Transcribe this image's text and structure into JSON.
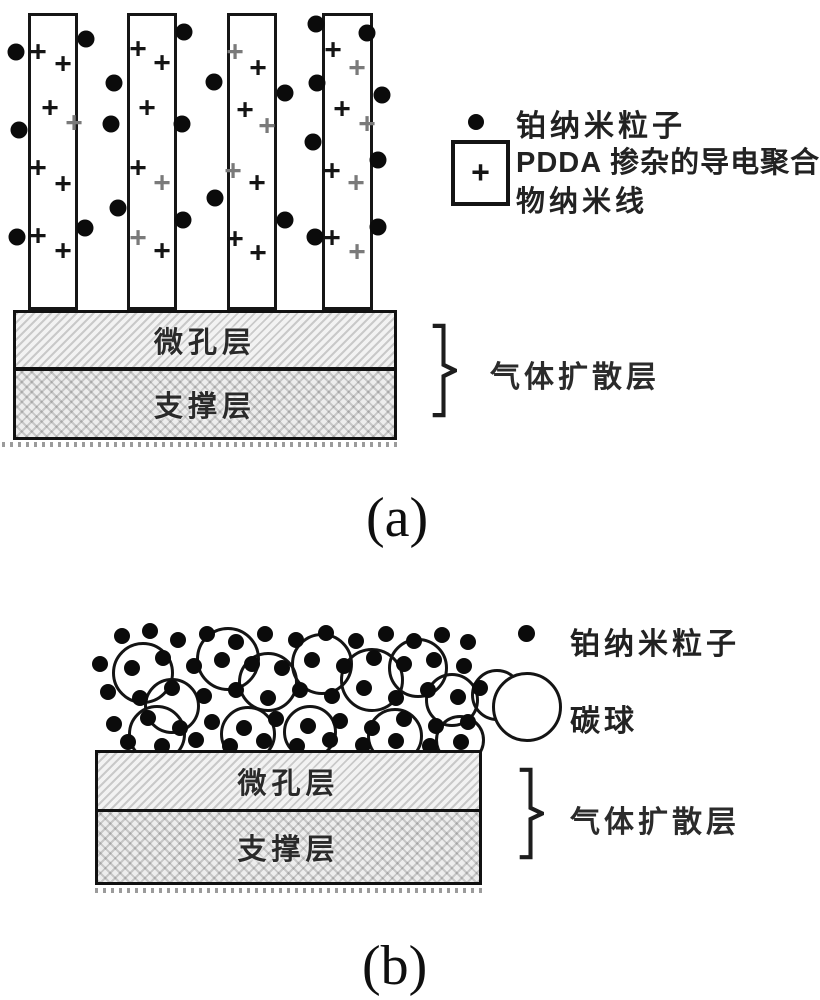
{
  "fig_a": {
    "caption": "(a)",
    "legend": {
      "pt_label": "铂纳米粒子",
      "square_plus": "+",
      "nanowire_label_line1": "PDDA 掺杂的导电聚合",
      "nanowire_label_line2": "物纳米线"
    },
    "layers": {
      "top_label": "微孔层",
      "bottom_label": "支撑层",
      "brace_label": "气体扩散层"
    },
    "plus_char": "+",
    "dot_diameter": 17,
    "nanowires": [
      [
        28,
        13,
        50,
        297
      ],
      [
        127,
        13,
        50,
        297
      ],
      [
        227,
        13,
        50,
        297
      ],
      [
        322,
        13,
        51,
        297
      ]
    ],
    "plus_marks": [
      [
        38,
        51
      ],
      [
        63,
        63
      ],
      [
        50,
        107
      ],
      [
        74,
        122,
        1
      ],
      [
        38,
        167
      ],
      [
        63,
        183
      ],
      [
        38,
        235
      ],
      [
        63,
        250
      ],
      [
        138,
        48
      ],
      [
        162,
        62
      ],
      [
        147,
        107
      ],
      [
        138,
        167
      ],
      [
        162,
        182,
        1
      ],
      [
        138,
        237,
        1
      ],
      [
        162,
        250
      ],
      [
        235,
        51,
        1
      ],
      [
        258,
        67
      ],
      [
        245,
        109
      ],
      [
        267,
        125,
        1
      ],
      [
        233,
        170,
        1
      ],
      [
        257,
        182
      ],
      [
        235,
        238
      ],
      [
        258,
        252
      ],
      [
        333,
        49
      ],
      [
        357,
        67,
        1
      ],
      [
        342,
        108
      ],
      [
        367,
        123,
        1
      ],
      [
        332,
        170
      ],
      [
        356,
        182,
        1
      ],
      [
        332,
        237
      ],
      [
        357,
        251,
        1
      ]
    ],
    "dots": [
      [
        16,
        52
      ],
      [
        86,
        39
      ],
      [
        184,
        32
      ],
      [
        316,
        24
      ],
      [
        367,
        33
      ],
      [
        114,
        83
      ],
      [
        214,
        82
      ],
      [
        285,
        93
      ],
      [
        317,
        83
      ],
      [
        382,
        95
      ],
      [
        19,
        130
      ],
      [
        111,
        124
      ],
      [
        182,
        124
      ],
      [
        313,
        142
      ],
      [
        378,
        160
      ],
      [
        118,
        208
      ],
      [
        215,
        198
      ],
      [
        285,
        220
      ],
      [
        183,
        220
      ],
      [
        17,
        237
      ],
      [
        85,
        228
      ],
      [
        315,
        237
      ],
      [
        378,
        227
      ]
    ]
  },
  "fig_b": {
    "caption": "(b)",
    "legend": {
      "pt_label": "铂纳米粒子",
      "sphere_label": "碳球"
    },
    "layers": {
      "top_label": "微孔层",
      "bottom_label": "支撑层",
      "brace_label": "气体扩散层"
    },
    "dot_diameter": 16,
    "spheres": [
      [
        143,
        673,
        31
      ],
      [
        172,
        706,
        28
      ],
      [
        228,
        659,
        32
      ],
      [
        268,
        682,
        30
      ],
      [
        322,
        664,
        31
      ],
      [
        372,
        680,
        32
      ],
      [
        418,
        668,
        30
      ],
      [
        452,
        700,
        27
      ],
      [
        157,
        734,
        29
      ],
      [
        248,
        734,
        28
      ],
      [
        310,
        732,
        27
      ],
      [
        395,
        736,
        28
      ],
      [
        460,
        740,
        25
      ],
      [
        497,
        695,
        26
      ]
    ],
    "dots": [
      [
        122,
        636
      ],
      [
        150,
        631
      ],
      [
        178,
        640
      ],
      [
        207,
        634
      ],
      [
        236,
        642
      ],
      [
        265,
        634
      ],
      [
        296,
        640
      ],
      [
        326,
        633
      ],
      [
        356,
        641
      ],
      [
        386,
        634
      ],
      [
        414,
        641
      ],
      [
        442,
        635
      ],
      [
        468,
        642
      ],
      [
        100,
        664
      ],
      [
        132,
        668
      ],
      [
        163,
        658
      ],
      [
        194,
        666
      ],
      [
        222,
        660
      ],
      [
        252,
        664
      ],
      [
        282,
        668
      ],
      [
        312,
        660
      ],
      [
        344,
        666
      ],
      [
        374,
        658
      ],
      [
        404,
        664
      ],
      [
        434,
        660
      ],
      [
        464,
        666
      ],
      [
        108,
        692
      ],
      [
        140,
        698
      ],
      [
        172,
        688
      ],
      [
        204,
        696
      ],
      [
        236,
        690
      ],
      [
        268,
        698
      ],
      [
        300,
        690
      ],
      [
        332,
        696
      ],
      [
        364,
        688
      ],
      [
        396,
        698
      ],
      [
        428,
        690
      ],
      [
        458,
        697
      ],
      [
        480,
        688
      ],
      [
        114,
        724
      ],
      [
        148,
        718
      ],
      [
        180,
        728
      ],
      [
        212,
        722
      ],
      [
        244,
        728
      ],
      [
        276,
        719
      ],
      [
        308,
        726
      ],
      [
        340,
        721
      ],
      [
        372,
        728
      ],
      [
        404,
        719
      ],
      [
        436,
        726
      ],
      [
        468,
        722
      ],
      [
        128,
        742
      ],
      [
        162,
        746
      ],
      [
        196,
        740
      ],
      [
        230,
        746
      ],
      [
        264,
        741
      ],
      [
        297,
        746
      ],
      [
        330,
        740
      ],
      [
        363,
        745
      ],
      [
        396,
        741
      ],
      [
        430,
        746
      ],
      [
        461,
        742
      ]
    ]
  },
  "colors": {
    "ink": "#111111",
    "dot_fill": "#0b0b0b",
    "hatch_gray": "#ededed"
  }
}
